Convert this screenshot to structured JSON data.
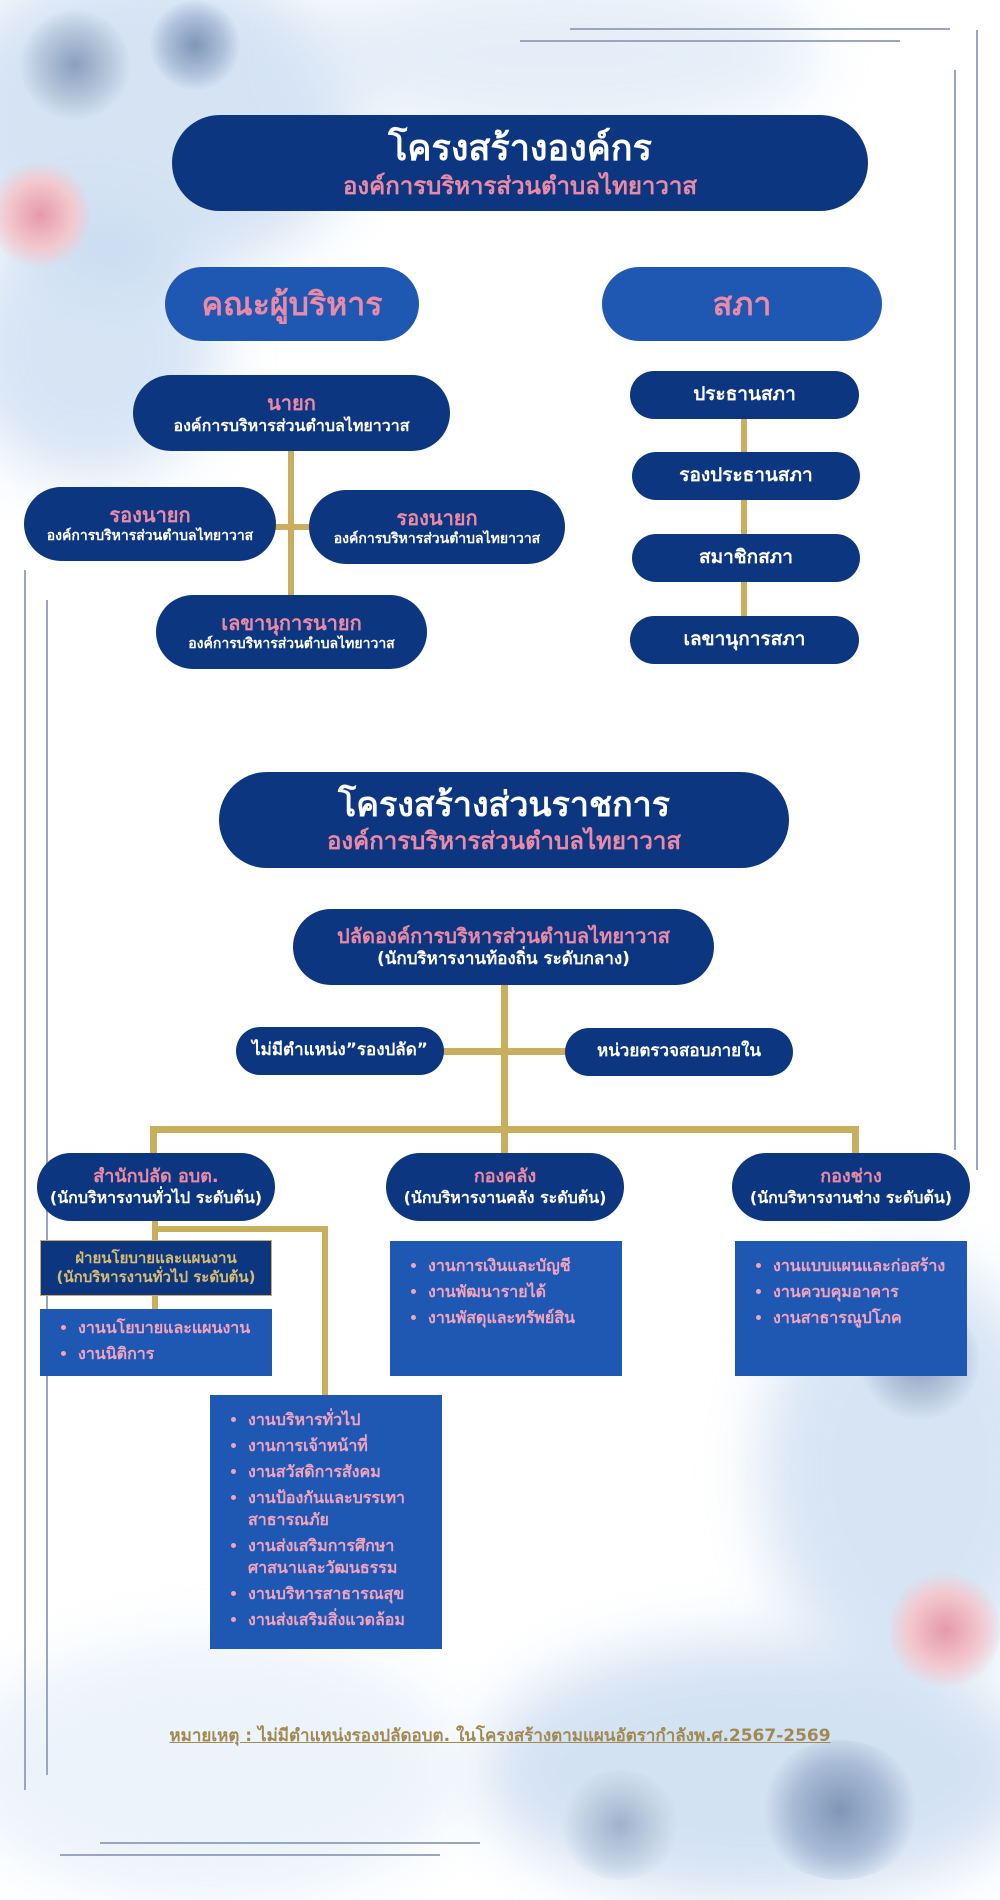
{
  "header_org": {
    "title": "โครงสร้างองค์กร",
    "subtitle": "องค์การบริหารส่วนตำบลไทยาวาส"
  },
  "executives": {
    "heading": "คณะผู้บริหาร",
    "mayor": {
      "title": "นายก",
      "org": "องค์การบริหารส่วนตำบลไทยาวาส"
    },
    "deputy_left": {
      "title": "รองนายก",
      "org": "องค์การบริหารส่วนตำบลไทยาวาส"
    },
    "deputy_right": {
      "title": "รองนายก",
      "org": "องค์การบริหารส่วนตำบลไทยาวาส"
    },
    "secretary": {
      "title": "เลขานุการนายก",
      "org": "องค์การบริหารส่วนตำบลไทยาวาส"
    }
  },
  "council": {
    "heading": "สภา",
    "items": [
      "ประธานสภา",
      "รองประธานสภา",
      "สมาชิกสภา",
      "เลขานุการสภา"
    ]
  },
  "header_gov": {
    "title": "โครงสร้างส่วนราชการ",
    "subtitle": "องค์การบริหารส่วนตำบลไทยาวาส"
  },
  "chief": {
    "title": "ปลัดองค์การบริหารส่วนตำบลไทยาวาส",
    "level": "(นักบริหารงานท้องถิ่น ระดับกลาง)"
  },
  "side_left": "ไม่มีตำแหน่ง”รองปลัด”",
  "side_right": "หน่วยตรวจสอบภายใน",
  "departments": [
    {
      "title": "สำนักปลัด อบต.",
      "level": "(นักบริหารงานทั่วไป ระดับต้น)"
    },
    {
      "title": "กองคลัง",
      "level": "(นักบริหารงานคลัง ระดับต้น)"
    },
    {
      "title": "กองช่าง",
      "level": "(นักบริหารงานช่าง ระดับต้น)"
    }
  ],
  "policy_unit": {
    "title": "ฝ่ายนโยบายและแผนงาน",
    "level": "(นักบริหารงานทั่วไป ระดับต้น)",
    "items": [
      "งานนโยบายและแผนงาน",
      "งานนิติการ"
    ]
  },
  "finance_items": [
    "งานการเงินและบัญชี",
    "งานพัฒนารายได้",
    "งานพัสดุและทรัพย์สิน"
  ],
  "engineer_items": [
    "งานแบบแผนและก่อสร้าง",
    "งานควบคุมอาคาร",
    "งานสาธารณูปโภค"
  ],
  "office_items": [
    "งานบริหารทั่วไป",
    "งานการเจ้าหน้าที่",
    "งานสวัสดิการสังคม",
    "งานป้องกันและบรรเทาสาธารณภัย",
    "งานส่งเสริมการศึกษาศาสนาและวัฒนธรรม",
    "งานบริหารสาธารณสุข",
    "งานส่งเสริมสิ่งแวดล้อม"
  ],
  "note": "หมายเหตุ : ไม่มีตำแหน่งรองปลัดอบต. ในโครงสร้างตามแผนอัตรากำลังพ.ศ.2567-2569",
  "colors": {
    "navy": "#0c3680",
    "blue": "#1f58b3",
    "pink": "#ea8aa7",
    "gold": "#c9ae5e"
  }
}
